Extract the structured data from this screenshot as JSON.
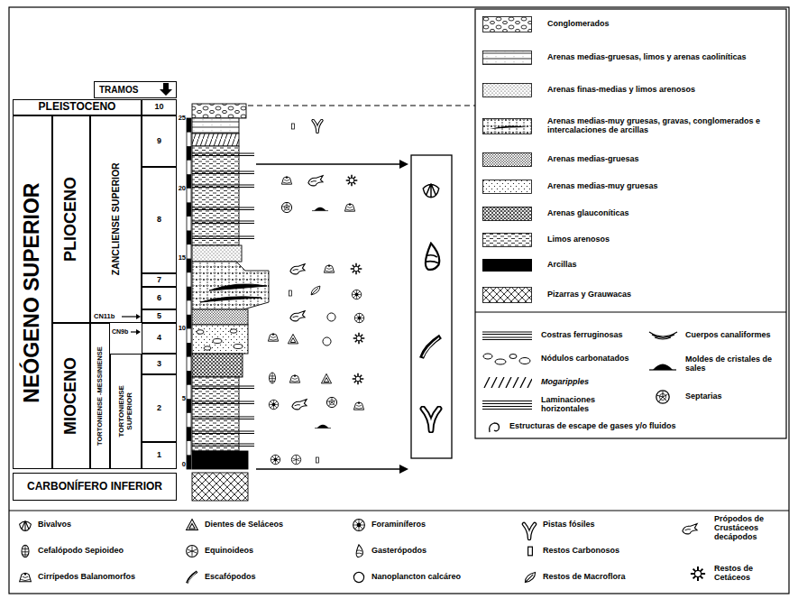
{
  "diagram": {
    "nodes": [
      {
        "text": [
          "TRAMOS"
        ]
      },
      {
        "text": [
          "PLEISTOCENO"
        ]
      },
      {
        "text": [
          "10"
        ]
      },
      {
        "text": [
          "NEÓGENO SUPERIOR"
        ]
      },
      {
        "text": [
          "PLIOCENO"
        ]
      },
      {
        "text": [
          "ZANCLIENSE SUPERIOR"
        ]
      },
      {
        "text": [
          "9"
        ]
      },
      {
        "text": [
          "8"
        ]
      },
      {
        "text": [
          "7"
        ]
      },
      {
        "text": [
          "6"
        ]
      },
      {
        "text": [
          "5"
        ]
      },
      {
        "text": [
          "MIOCENO"
        ]
      },
      {
        "text": [
          "TORTONIENSE -MESSINIENSE"
        ]
      },
      {
        "text": [
          "TORTONIENSE SUPERIOR"
        ]
      },
      {
        "text": [
          "4"
        ]
      },
      {
        "text": [
          "3"
        ]
      },
      {
        "text": [
          "2"
        ]
      },
      {
        "text": [
          "1"
        ]
      },
      {
        "text": [
          "CARBONÍFERO INFERIOR"
        ]
      }
    ],
    "labels": [
      "CN11b",
      "CN9b",
      "0",
      "5",
      "10",
      "15",
      "20",
      "25"
    ],
    "legend": [
      {
        "text": "Conglomerados"
      },
      {
        "text": "Arenas medias-gruesas, limos y arenas caoliníticas"
      },
      {
        "text": "Arenas finas-medias y limos arenosos"
      },
      {
        "text": "Arenas medias-muy gruesas, gravas, conglomerados e intercalaciones de arcillas"
      },
      {
        "text": "Arenas medias-gruesas"
      },
      {
        "text": "Arenas medias-muy gruesas"
      },
      {
        "text": "Arenas glauconíticas"
      },
      {
        "text": "Limos arenosos"
      },
      {
        "text": "Arcillas",
        "color": "#000000"
      },
      {
        "text": "Pizarras y Grauwacas"
      },
      {
        "text": "Costras ferruginosas"
      },
      {
        "text": "Cuerpos canaliformes"
      },
      {
        "text": "Nódulos carbonatados"
      },
      {
        "text": "Mogaripples"
      },
      {
        "text": "Moldes de cristales de sales"
      },
      {
        "text": "Laminaciones horizontales"
      },
      {
        "text": "Septarias"
      },
      {
        "text": "Estructuras de escape de gases y/o fluidos"
      },
      {
        "text": "Bivalvos"
      },
      {
        "text": "Dientes de Seláceos"
      },
      {
        "text": "Foraminíferos"
      },
      {
        "text": "Pistas fósiles"
      },
      {
        "text": "Própodos de Crustáceos decápodos"
      },
      {
        "text": "Cefalópodo Sepioideo"
      },
      {
        "text": "Equinoideos"
      },
      {
        "text": "Gasterópodos"
      },
      {
        "text": "Restos Carbonosos"
      },
      {
        "text": "Cirrípedos Balanomorfos"
      },
      {
        "text": "Escafópodos"
      },
      {
        "text": "Nanoplancton calcáreo"
      },
      {
        "text": "Restos de Macroflora"
      },
      {
        "text": "Restos de Cetáceos"
      }
    ]
  }
}
